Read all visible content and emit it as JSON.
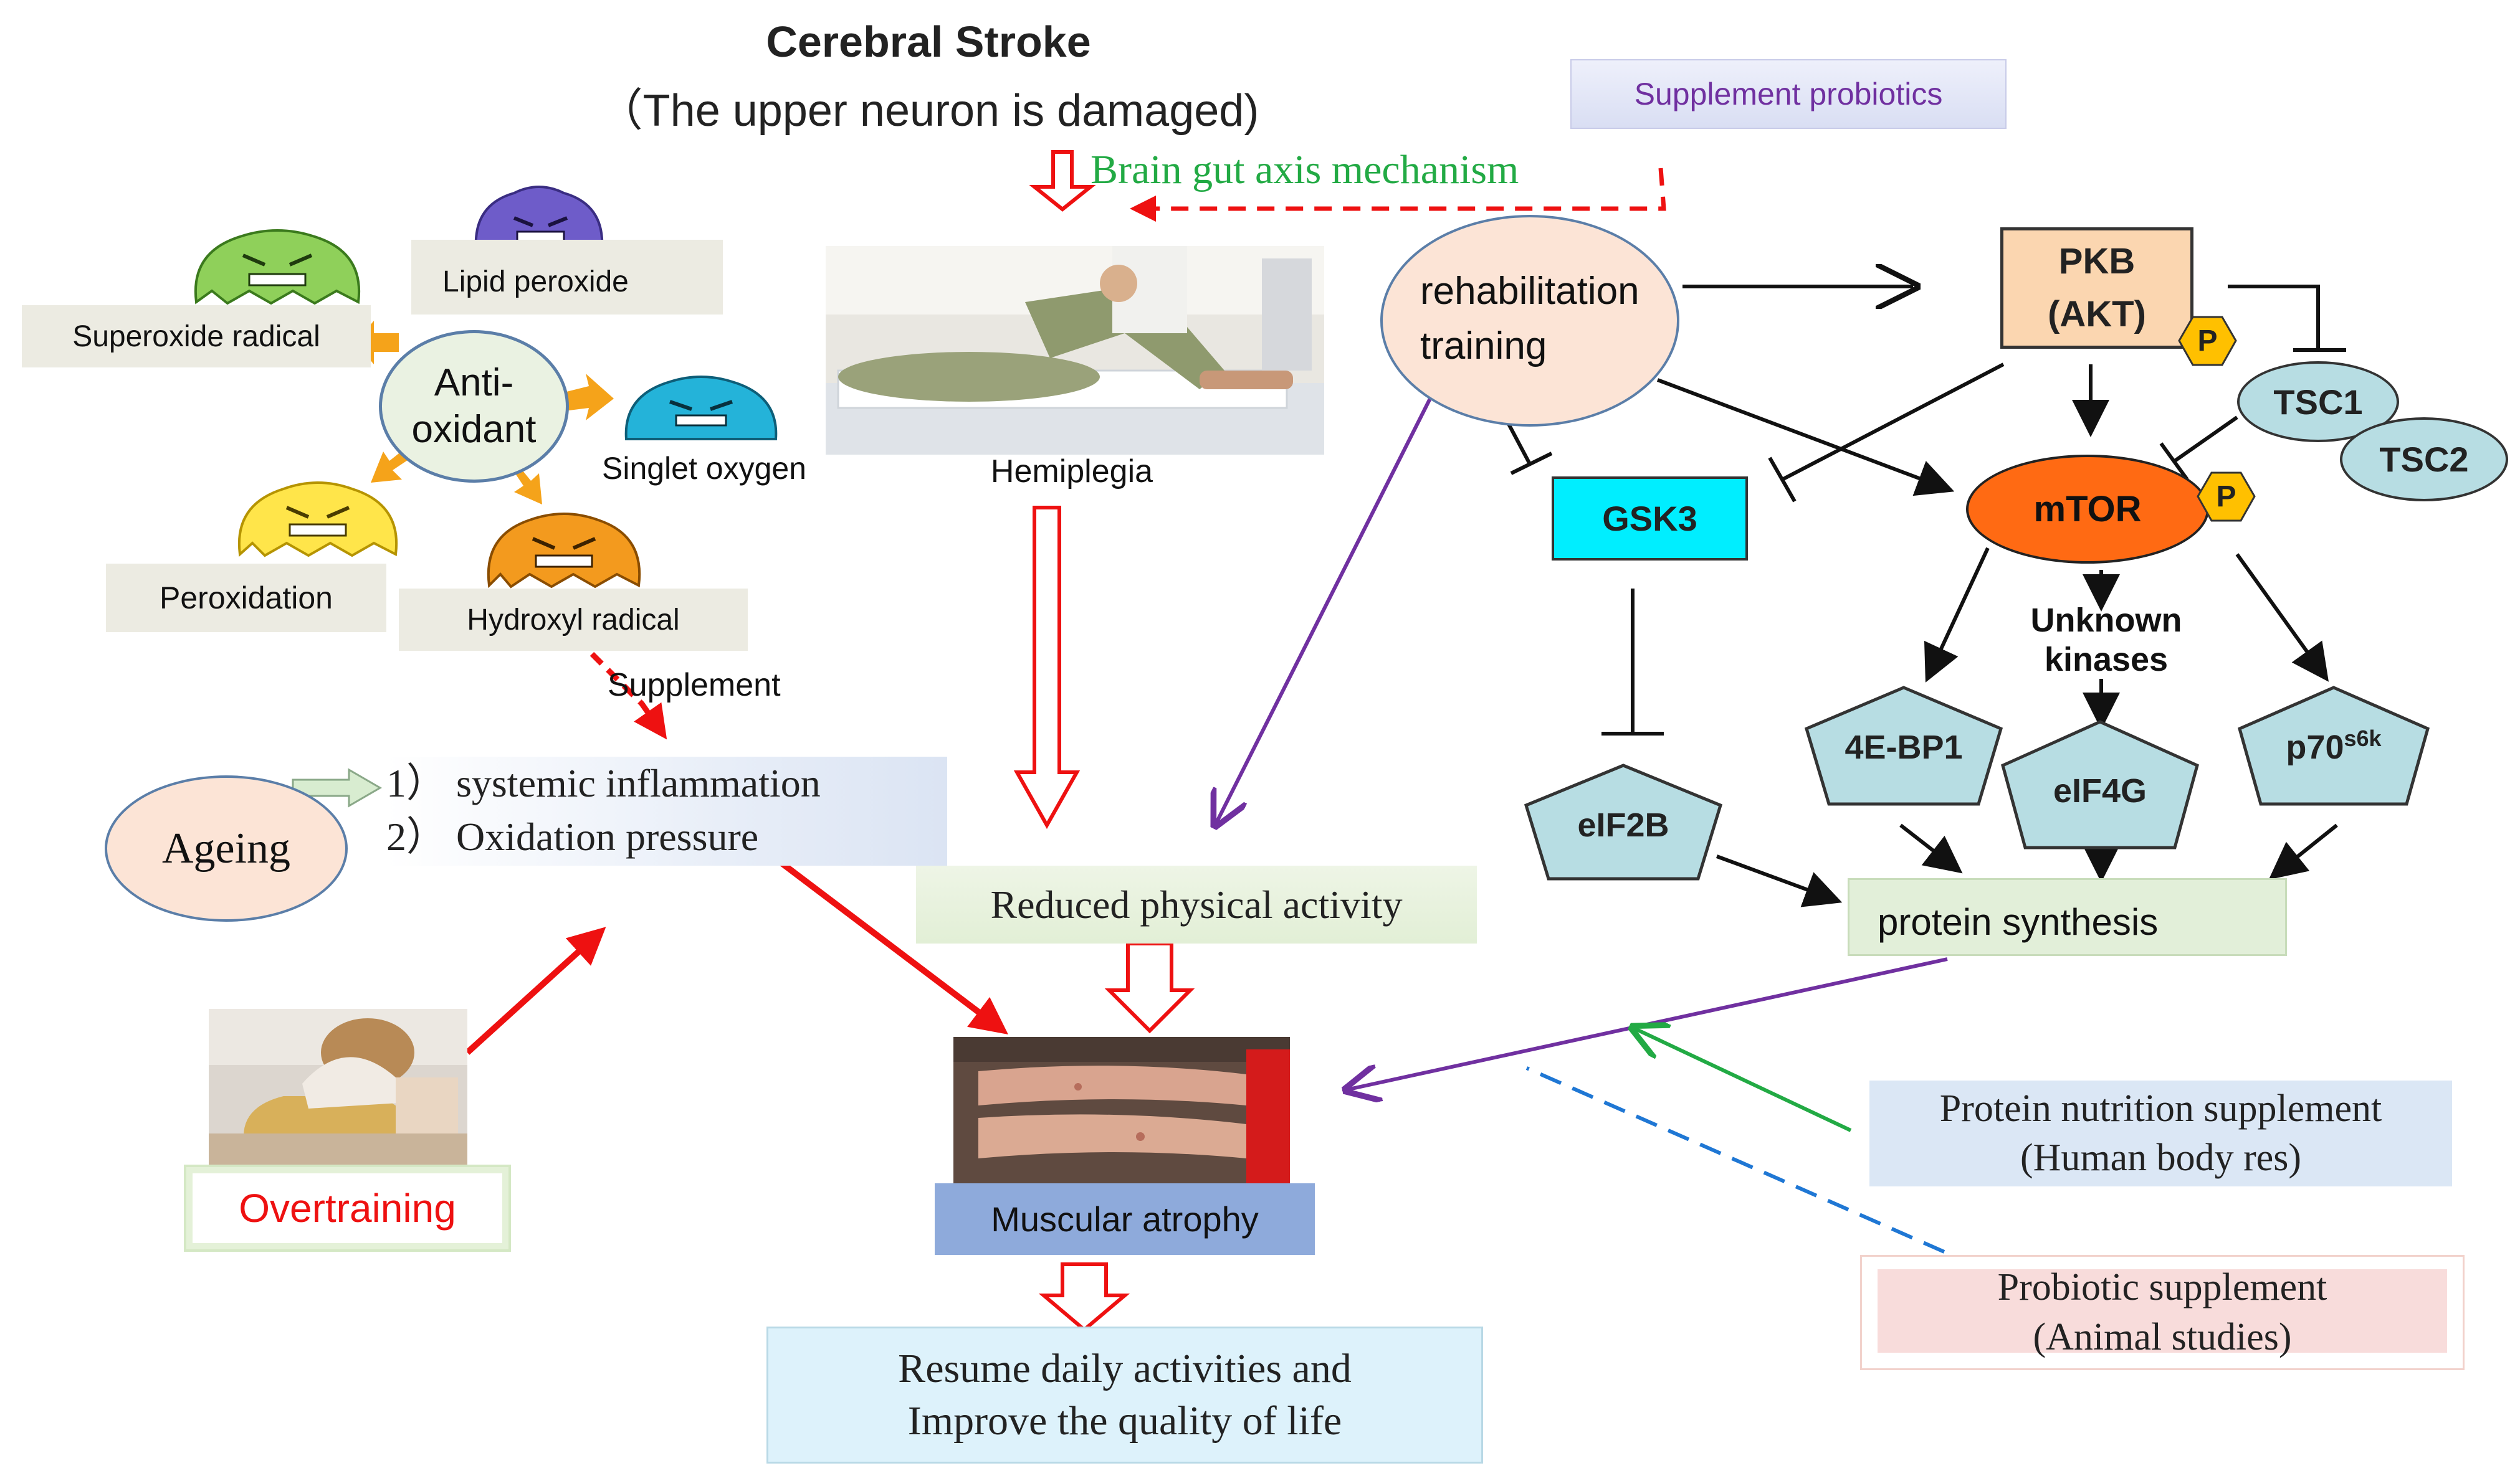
{
  "stroke": {
    "title": "Cerebral Stroke",
    "subtitle": "（The upper neuron is damaged)",
    "mechanism": "Brain gut axis mechanism",
    "probiotics_box": "Supplement probiotics",
    "hemiplegia": "Hemiplegia"
  },
  "antioxidant": {
    "center_line1": "Anti-",
    "center_line2": "oxidant",
    "radicals": {
      "lipid": "Lipid peroxide",
      "superoxide": "Superoxide radical",
      "singlet": "Singlet oxygen",
      "peroxidation": "Peroxidation",
      "hydroxyl": "Hydroxyl radical"
    },
    "supplement": "Supplement"
  },
  "ageing": {
    "label": "Ageing",
    "item1": "1） systemic inflammation",
    "item2": "2） Oxidation pressure"
  },
  "overtraining": "Overtraining",
  "flow": {
    "reduced_activity": "Reduced physical activity",
    "atrophy": "Muscular atrophy",
    "resume_line1": "Resume daily activities and",
    "resume_line2": "Improve the quality of life"
  },
  "pathway": {
    "rehab_line1": "rehabilitation",
    "rehab_line2": "training",
    "pkb_line1": "PKB",
    "pkb_line2": "(AKT)",
    "phospho": "P",
    "tsc1": "TSC1",
    "tsc2": "TSC2",
    "gsk3": "GSK3",
    "mtor": "mTOR",
    "unknown_line1": "Unknown",
    "unknown_line2": "kinases",
    "ebp1": "4E-BP1",
    "eif4g": "eIF4G",
    "p70": "p70",
    "p70_sup": "s6k",
    "eif2b": "eIF2B",
    "protein_synthesis": "protein synthesis"
  },
  "supplements": {
    "protein_line1": "Protein nutrition supplement",
    "protein_line2": "(Human body res)",
    "probiotic_line1": "Probiotic supplement",
    "probiotic_line2": "(Animal studies)"
  },
  "colors": {
    "red": "#ee1111",
    "green": "#22aa44",
    "purple": "#7030a0",
    "teal": "#b7dde3",
    "cyan": "#00eeff",
    "orange": "#ff6a13",
    "pkb": "#fbd6b0",
    "gold": "#ffc000",
    "peach": "#fce4d6",
    "green_box": "#e2efd9",
    "blue_box": "#8eaadb",
    "blue_dash": "#1f77d4"
  }
}
